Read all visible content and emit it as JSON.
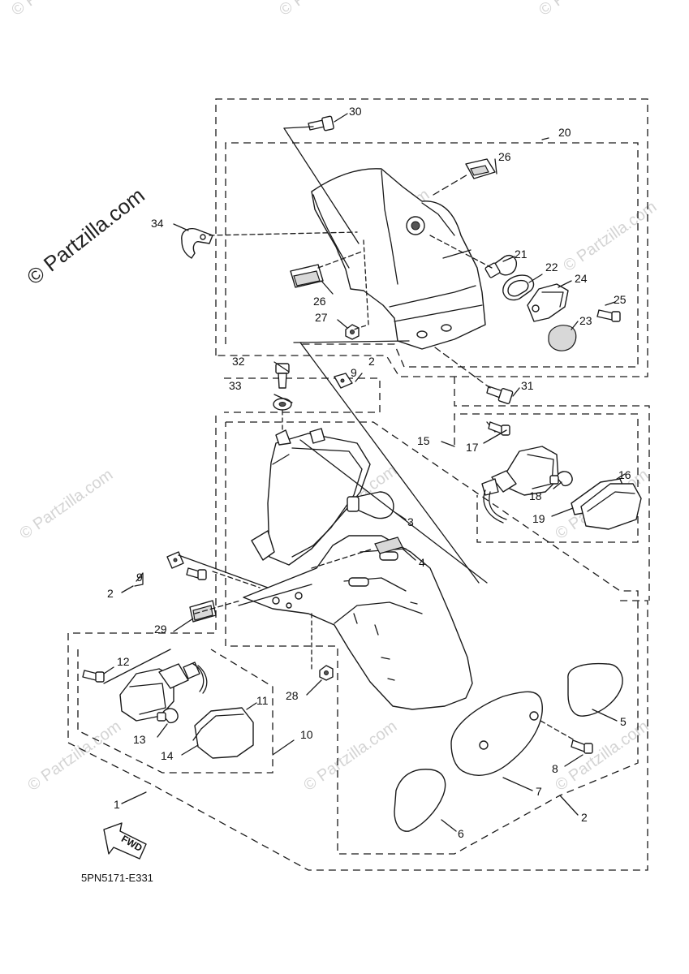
{
  "diagram_code": "5PN5171-E331",
  "watermark": "© Partzilla.com",
  "fwd_label": "FWD",
  "callouts": [
    "1",
    "2",
    "3",
    "4",
    "5",
    "6",
    "7",
    "8",
    "9",
    "10",
    "11",
    "12",
    "13",
    "14",
    "15",
    "16",
    "17",
    "18",
    "19",
    "20",
    "21",
    "22",
    "23",
    "24",
    "25",
    "26",
    "27",
    "28",
    "29",
    "30",
    "31",
    "32",
    "33",
    "34"
  ],
  "extra_labels": {
    "label_26b": "26",
    "label_2b": "2",
    "label_9b": "9",
    "label_2c": "2"
  }
}
